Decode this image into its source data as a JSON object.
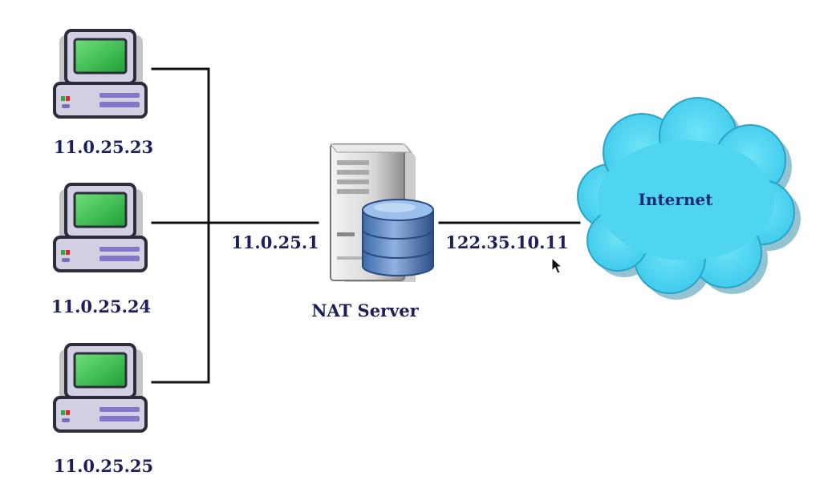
{
  "clients": [
    {
      "ip": "11.0.25.23"
    },
    {
      "ip": "11.0.25.24"
    },
    {
      "ip": "11.0.25.25"
    }
  ],
  "server": {
    "name": "NAT Server",
    "inside_ip": "11.0.25.1",
    "outside_ip": "122.35.10.11"
  },
  "cloud": {
    "label": "Internet"
  },
  "colors": {
    "line": "#111111",
    "cloud_fill": "#4fd5f0",
    "cloud_stroke": "#2aa3c4",
    "screen": "#2fb844",
    "computer_body": "#d2cfe3",
    "disk": "#5a86c4",
    "label": "#1c1f5a"
  }
}
